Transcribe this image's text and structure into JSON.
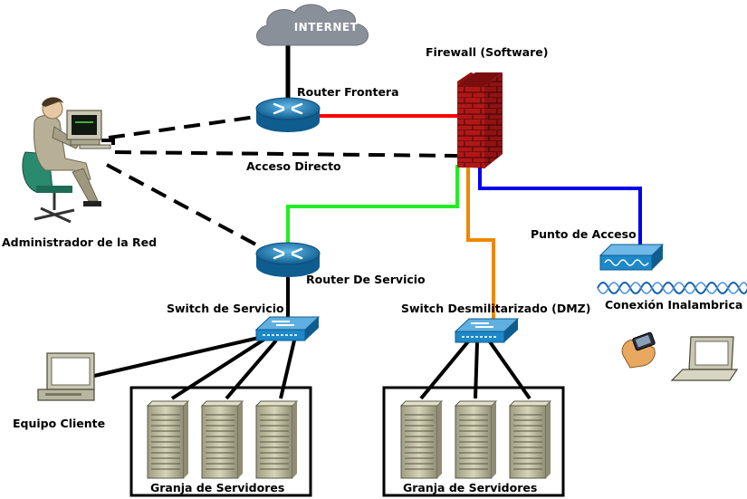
{
  "labels": {
    "internet": "INTERNET",
    "firewall": "Firewall (Software)",
    "router_frontera": "Router Frontera",
    "acceso_directo": "Acceso Directo",
    "admin": "Administrador de la Red",
    "router_servicio": "Router De Servicio",
    "switch_servicio": "Switch de Servicio",
    "switch_dmz": "Switch Desmilitarizado (DMZ)",
    "punto_acceso": "Punto de Acceso",
    "conexion_inalambrica": "Conexión Inalambrica",
    "equipo_cliente": "Equipo Cliente",
    "granja_1": "Granja de Servidores",
    "granja_2": "Granja de Servidores"
  },
  "colors": {
    "link_firewall_router": "#ff0000",
    "link_firewall_service": "#22ee22",
    "link_firewall_dmz": "#ee8800",
    "link_firewall_ap": "#0000ee",
    "router_blue": "#1a7fb8",
    "switch_blue": "#1e88c8",
    "firewall_red": "#b01818",
    "cloud_gray": "#8a9099",
    "server_beige": "#c8c6a8",
    "wireless_blue": "#1560b0"
  }
}
